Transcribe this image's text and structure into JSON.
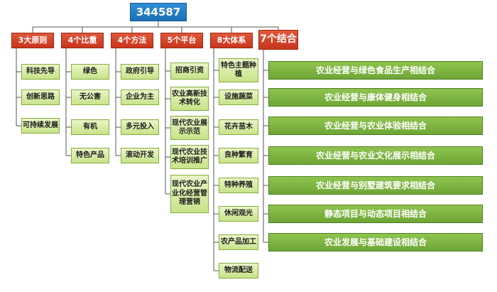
{
  "root": "344587",
  "categories": [
    {
      "label": "3大原则",
      "items": [
        "科技先导",
        "创新思路",
        "可持续发展"
      ]
    },
    {
      "label": "4个比重",
      "items": [
        "绿色",
        "无公害",
        "有机",
        "特色产品"
      ]
    },
    {
      "label": "4个方法",
      "items": [
        "政府引导",
        "企业为主",
        "多元投入",
        "滚动开发"
      ]
    },
    {
      "label": "5个平台",
      "items": [
        "招商引资",
        "农业高新技术转化",
        "现代农业展示示范",
        "现代农业技术培训推广",
        "现代农业产业化经营管理营销"
      ]
    },
    {
      "label": "8大体系",
      "items": [
        "特色主题种植",
        "设施蔬菜",
        "花卉苗木",
        "良种繁育",
        "特种养殖",
        "休闲观光",
        "农产品加工",
        "物流配送"
      ]
    },
    {
      "label": "7个结合",
      "items": [
        "农业经营与绿色食品生产相结合",
        "农业经营与康体健身相结合",
        "农业经营与农业体验相结合",
        "农业经营与农业文化展示相结合",
        "农业经营与别墅建筑要求相结合",
        "静态项目与动态项目相结合",
        "农业发展与基础建设相结合"
      ]
    }
  ],
  "colors": {
    "root": "#1f78c1",
    "category": "#d4452a",
    "leaf": "#d6ecA0",
    "combo": "#7cb342",
    "connector": "#555555"
  }
}
